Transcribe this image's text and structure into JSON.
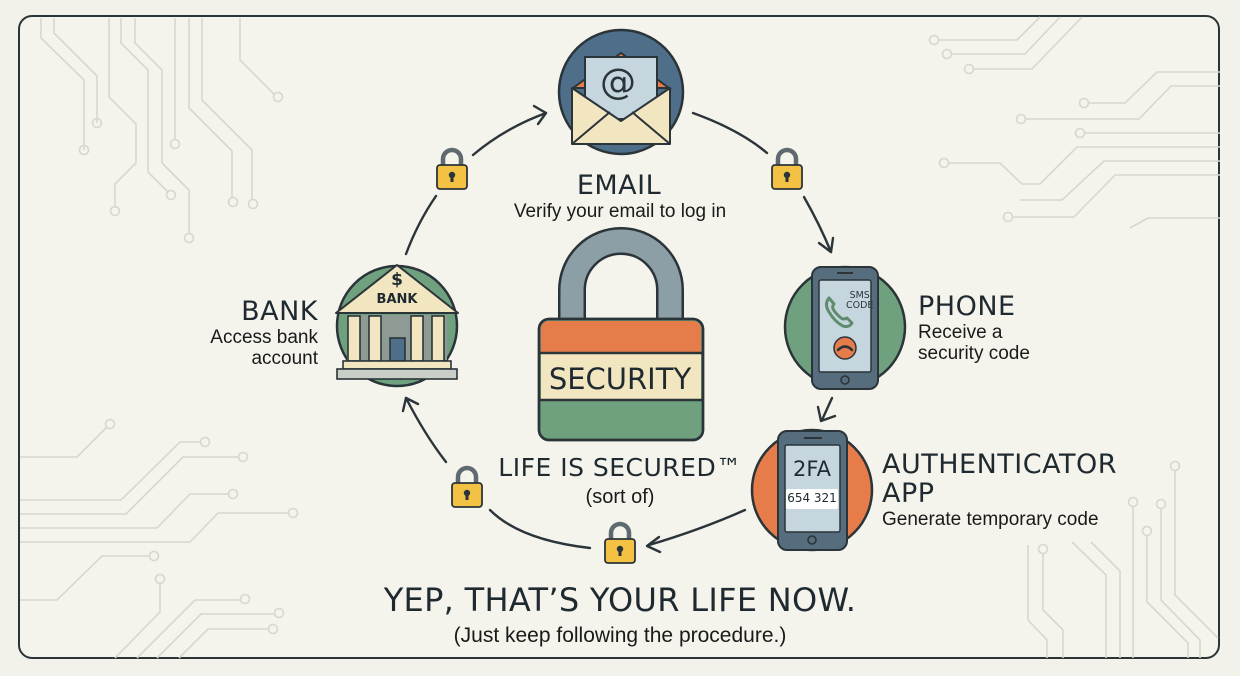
{
  "colors": {
    "background": "#f4f3ec",
    "frame": "#2b3439",
    "circuit": "#d8d7cf",
    "text_dark": "#1e2a30",
    "navy": "#4e6e8a",
    "green": "#6fa17f",
    "orange": "#e77c4b",
    "cream": "#f2e6c0",
    "lock_yellow": "#f3c244",
    "slate": "#5a6b75"
  },
  "center": {
    "lock_label": "SECURITY",
    "title": "LIFE IS SECURED™",
    "subtitle": "(sort of)"
  },
  "nodes": {
    "email": {
      "title": "EMAIL",
      "desc": "Verify your email to log in",
      "icon": "envelope-at-icon",
      "glyph": "@"
    },
    "phone": {
      "title": "PHONE",
      "desc_line1": "Receive a",
      "desc_line2": "security code",
      "icon": "smartphone-call-icon",
      "sms_line1": "SMS",
      "sms_line2": "CODE"
    },
    "authenticator": {
      "title_line1": "AUTHENTICATOR",
      "title_line2": "APP",
      "desc": "Generate temporary code",
      "icon": "authenticator-phone-icon",
      "screen_label": "2FA",
      "code": "654 321"
    },
    "bank": {
      "title": "BANK",
      "desc_line1": "Access bank",
      "desc_line2": "account",
      "icon": "bank-building-icon",
      "sign": "BANK",
      "currency": "$"
    }
  },
  "footer": {
    "headline": "YEP, THAT’S YOUR LIFE NOW.",
    "subline": "(Just keep following the procedure.)"
  }
}
